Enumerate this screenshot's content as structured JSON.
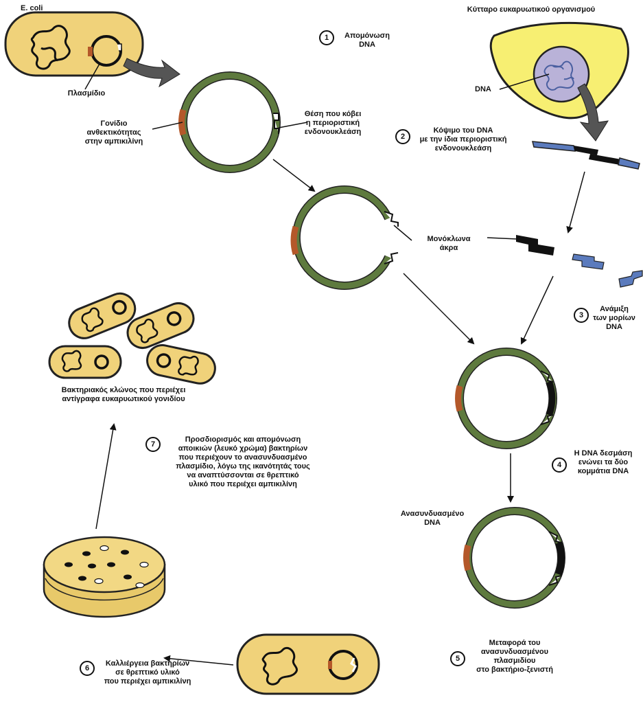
{
  "labels": {
    "ecoli": "E. coli",
    "plasmid": "Πλασμίδιο",
    "euk_cell": "Κύτταρο ευκαρυωτικού οργανισμού",
    "dna": "DNA",
    "gene_resistance": "Γονίδιο\nανθεκτικότητας\nστην αμπικιλίνη",
    "cut_site": "Θέση που κόβει\nη περιοριστική\nενδονουκλεάση",
    "sticky_ends": "Μονόκλωνα\nάκρα",
    "recombinant_dna": "Ανασυνδυασμένο\nDNA",
    "bacterial_clone": "Βακτηριακός κλώνος που περιέχει\nαντίγραφα ευκαρυωτικού γονιδίου"
  },
  "steps": [
    {
      "number": "1",
      "text": "Απομόνωση\nDNA"
    },
    {
      "number": "2",
      "text": "Κόψιμο του DNA\nμε την ίδια περιοριστική\nενδονουκλεάση"
    },
    {
      "number": "3",
      "text": "Ανάμιξη\nτων μορίων\nDNA"
    },
    {
      "number": "4",
      "text": "Η DNA δεσμάση\nενώνει τα δύο\nκομμάτια DNA"
    },
    {
      "number": "5",
      "text": "Μεταφορά του\nανασυνδυασμένου\nπλασμιδίου\nστο βακτήριο-ξενιστή"
    },
    {
      "number": "6",
      "text": "Καλλιέργεια βακτηρίων\nσε θρεπτικό υλικό\nπου περιέχει αμπικιλίνη"
    },
    {
      "number": "7",
      "text": "Προσδιορισμός και απομόνωση\nαποικιών (λευκό χρώμα) βακτηρίων\nπου περιέχουν το ανασυνδυασμένο\nπλασμίδιο, λόγω της ικανότητάς τους\nνα αναπτύσσονται σε θρεπτικό\nυλικό που περιέχει αμπικιλίνη"
    }
  ],
  "colors": {
    "bacterium_fill": "#f0d27a",
    "cell_fill": "#f7ef72",
    "plasmid_green": "#5e7a3e",
    "gene_orange": "#b4582a",
    "dna_blue": "#5b7bbd",
    "nucleus": "#b9b2d8"
  }
}
